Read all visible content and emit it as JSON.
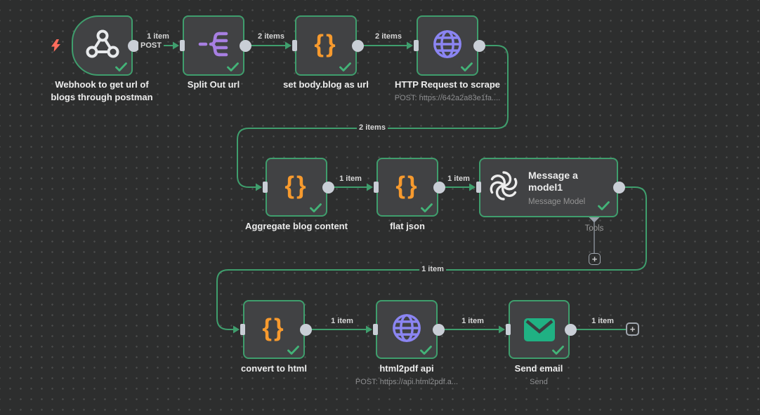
{
  "workflow": {
    "nodes": [
      {
        "label": "Webhook to get url of blogs through postman",
        "icon": "webhook-icon",
        "status": "success"
      },
      {
        "label": "Split Out url",
        "icon": "split-out-icon",
        "status": "success"
      },
      {
        "label": "set body.blog as url",
        "icon": "braces-icon",
        "status": "success"
      },
      {
        "label": "HTTP Request to scrape",
        "sublabel": "POST: https://642a2a83e1fa....",
        "icon": "globe-icon",
        "status": "success"
      },
      {
        "label": "Aggregate blog content",
        "icon": "braces-icon",
        "status": "success"
      },
      {
        "label": "flat json",
        "icon": "braces-icon",
        "status": "success"
      },
      {
        "label": "Message a model1",
        "sublabel": "Message Model",
        "icon": "openai-icon",
        "status": "success"
      },
      {
        "label": "convert to html",
        "icon": "braces-icon",
        "status": "success"
      },
      {
        "label": "html2pdf api",
        "sublabel": "POST: https://api.html2pdf.a...",
        "icon": "globe-icon",
        "status": "success"
      },
      {
        "label": "Send email",
        "sublabel": "Send",
        "icon": "envelope-icon",
        "status": "success"
      }
    ],
    "edge_labels": {
      "webhook_count": "1 item",
      "webhook_method": "POST",
      "splitout_count": "2 items",
      "setbody_count": "2 items",
      "http_count": "2 items",
      "aggregate_count": "1 item",
      "flatjson_count": "1 item",
      "message_count": "1 item",
      "convert_count": "1 item",
      "html2pdf_count": "1 item",
      "sendemail_count": "1 item"
    },
    "tools_label": "Tools",
    "add_button_label": "+",
    "icon_glyphs": {
      "braces": "{}"
    },
    "colors": {
      "canvas_bg": "#2d2e2e",
      "node_bg": "#414244",
      "success_green": "#3f9e6d",
      "check_green": "#43b478",
      "endpoint_gray": "#c9ced6",
      "braces_orange": "#f79a2e",
      "splitout_purple": "#a77fe2",
      "http_periwinkle": "#8b85f2",
      "email_green": "#20b183",
      "trigger_bolt_coral": "#ff6c5c"
    }
  }
}
